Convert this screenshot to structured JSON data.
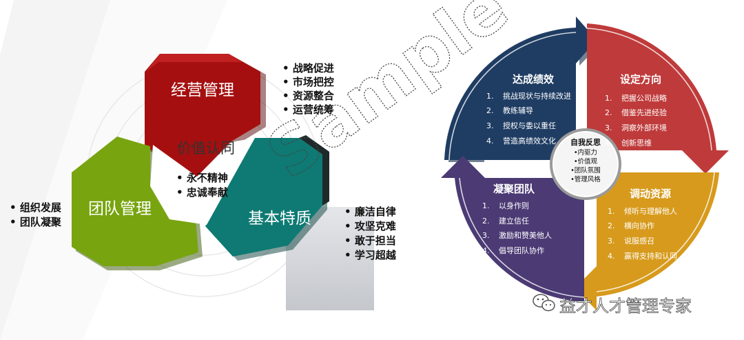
{
  "left": {
    "hexagons": {
      "top": "经营管理",
      "left": "团队管理",
      "right": "基本特质",
      "center_title": "价值认同"
    },
    "center_bullets": [
      "永不精神",
      "忠诚奉献"
    ],
    "top_right_bullets": [
      "战略促进",
      "市场把控",
      "资源整合",
      "运营统筹"
    ],
    "left_bullets": [
      "组织发展",
      "团队凝聚"
    ],
    "bottom_right_bullets": [
      "廉洁自律",
      "攻坚克难",
      "敢于担当",
      "学习超越"
    ],
    "bullet_mark": "•",
    "colors": {
      "top": "#a50f0f",
      "left": "#78a410",
      "right": "#0e7a73"
    }
  },
  "watermark": "Sample",
  "right": {
    "quadrants": [
      {
        "title": "达成绩效",
        "color": "#1f3d63",
        "items": [
          "挑战现状与持续改进",
          "教练辅导",
          "授权与委以重任",
          "营造高绩效文化"
        ]
      },
      {
        "title": "设定方向",
        "color": "#bf3a3a",
        "items": [
          "把握公司战略",
          "借鉴先进经验",
          "洞察外部环境",
          "创新思维"
        ]
      },
      {
        "title": "凝聚团队",
        "color": "#4b3a74",
        "items": [
          "以身作则",
          "建立信任",
          "激励和赞美他人",
          "倡导团队协作"
        ]
      },
      {
        "title": "调动资源",
        "color": "#d79a1c",
        "items": [
          "倾听与理解他人",
          "横向协作",
          "说服感召",
          "赢得支持和认同"
        ]
      }
    ],
    "center": {
      "title": "自我反思",
      "items": [
        "•内驱力",
        "•价值观",
        "•团队氛围",
        "•管理风格"
      ]
    }
  },
  "footer": {
    "brand": "益才人才管理专家",
    "icon": "wechat-icon"
  }
}
